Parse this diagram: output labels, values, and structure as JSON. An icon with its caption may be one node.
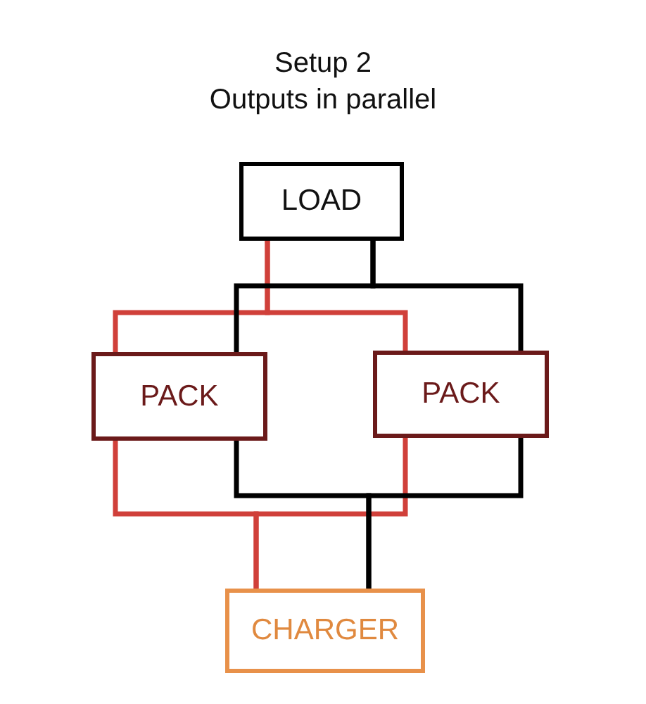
{
  "diagram": {
    "title": "Setup 2",
    "nodes": [
      {
        "text": [
          "LOAD"
        ]
      },
      {
        "text": [
          "PACK"
        ]
      },
      {
        "text": [
          "PACK"
        ]
      },
      {
        "text": [
          "CHARGER"
        ]
      }
    ],
    "edges": [
      {
        "from": 0,
        "to": 1,
        "arrow": "none",
        "color": "#d0403a"
      },
      {
        "from": 0,
        "to": 2,
        "arrow": "none",
        "color": "#d0403a"
      },
      {
        "from": 0,
        "to": 1,
        "arrow": "none",
        "color": "#000000"
      },
      {
        "from": 0,
        "to": 2,
        "arrow": "none",
        "color": "#000000"
      },
      {
        "from": 1,
        "to": 3,
        "arrow": "none",
        "color": "#d0403a"
      },
      {
        "from": 2,
        "to": 3,
        "arrow": "none",
        "color": "#d0403a"
      },
      {
        "from": 1,
        "to": 3,
        "arrow": "none",
        "color": "#000000"
      },
      {
        "from": 2,
        "to": 3,
        "arrow": "none",
        "color": "#000000"
      }
    ],
    "labels": [
      "Outputs in parallel"
    ]
  }
}
